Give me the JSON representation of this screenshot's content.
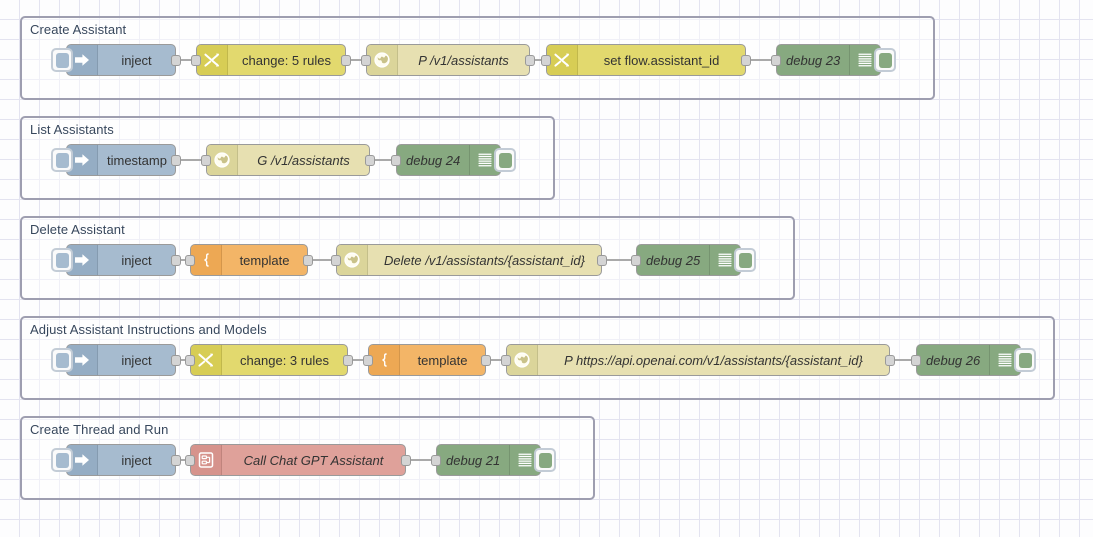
{
  "app": {
    "name": "node-red-flow-editor",
    "canvas_background": "#fdfdfe",
    "grid_color": "#e3e3f0"
  },
  "palette": {
    "inject": "#a6bbcf",
    "change": "#e2d96e",
    "http_request": "#e7e0b1",
    "template": "#f3b567",
    "debug": "#87a980",
    "openai": "#dfa19a",
    "group_border": "#9e9eb0",
    "group_title_text": "#37475c"
  },
  "groups": [
    {
      "title": "Create Assistant",
      "nodes": [
        {
          "type": "inject",
          "label": "inject",
          "icon": "inject-arrow-icon",
          "italic": false
        },
        {
          "type": "change",
          "label": "change: 5 rules",
          "icon": "change-swap-icon",
          "italic": false
        },
        {
          "type": "http",
          "label": "P /v1/assistants",
          "icon": "globe-icon",
          "italic": true
        },
        {
          "type": "change",
          "label": "set flow.assistant_id",
          "icon": "change-swap-icon",
          "italic": false
        },
        {
          "type": "debug",
          "label": "debug 23",
          "icon": "debug-lines-icon",
          "italic": true
        }
      ]
    },
    {
      "title": "List Assistants",
      "nodes": [
        {
          "type": "inject",
          "label": "timestamp",
          "icon": "inject-arrow-icon",
          "italic": false
        },
        {
          "type": "http",
          "label": "G /v1/assistants",
          "icon": "globe-icon",
          "italic": true
        },
        {
          "type": "debug",
          "label": "debug 24",
          "icon": "debug-lines-icon",
          "italic": true
        }
      ]
    },
    {
      "title": "Delete Assistant",
      "nodes": [
        {
          "type": "inject",
          "label": "inject",
          "icon": "inject-arrow-icon",
          "italic": false
        },
        {
          "type": "template",
          "label": "template",
          "icon": "template-brace-icon",
          "italic": false
        },
        {
          "type": "http",
          "label": "Delete /v1/assistants/{assistant_id}",
          "icon": "globe-icon",
          "italic": true
        },
        {
          "type": "debug",
          "label": "debug 25",
          "icon": "debug-lines-icon",
          "italic": true
        }
      ]
    },
    {
      "title": "Adjust Assistant Instructions and Models",
      "nodes": [
        {
          "type": "inject",
          "label": "inject",
          "icon": "inject-arrow-icon",
          "italic": false
        },
        {
          "type": "change",
          "label": "change: 3 rules",
          "icon": "change-swap-icon",
          "italic": false
        },
        {
          "type": "template",
          "label": "template",
          "icon": "template-brace-icon",
          "italic": false
        },
        {
          "type": "http",
          "label": "P https://api.openai.com/v1/assistants/{assistant_id}",
          "icon": "globe-icon",
          "italic": true
        },
        {
          "type": "debug",
          "label": "debug 26",
          "icon": "debug-lines-icon",
          "italic": true
        }
      ]
    },
    {
      "title": "Create Thread and Run",
      "nodes": [
        {
          "type": "inject",
          "label": "inject",
          "icon": "inject-arrow-icon",
          "italic": false
        },
        {
          "type": "openai",
          "label": "Call Chat GPT Assistant",
          "icon": "openai-assistant-icon",
          "italic": true
        },
        {
          "type": "debug",
          "label": "debug 21",
          "icon": "debug-lines-icon",
          "italic": true
        }
      ]
    }
  ]
}
